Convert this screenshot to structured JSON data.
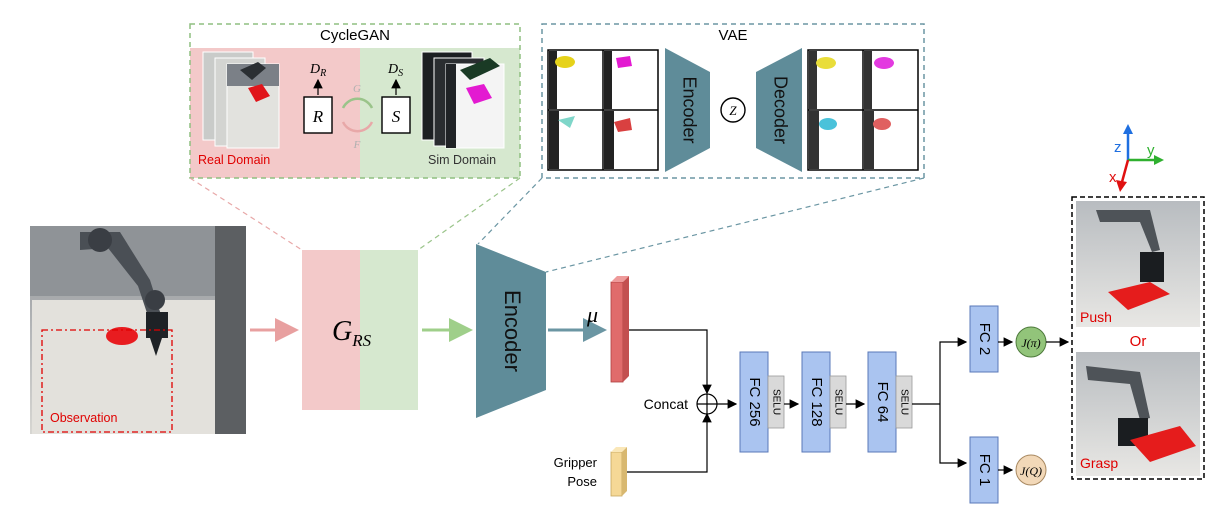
{
  "cyclegan": {
    "title": "CycleGAN",
    "real_domain": "Real Domain",
    "sim_domain": "Sim Domain",
    "d_r": "D",
    "d_r_sub": "R",
    "d_s": "D",
    "d_s_sub": "S",
    "box_r": "R",
    "box_s": "S",
    "g": "G",
    "f": "F"
  },
  "vae": {
    "title": "VAE",
    "encoder": "Encoder",
    "decoder": "Decoder",
    "z": "Z"
  },
  "main": {
    "observation": "Observation",
    "g_rs": "G",
    "g_rs_sub": "RS",
    "encoder": "Encoder",
    "mu": "μ",
    "concat": "Concat",
    "gripper_pose": [
      "Gripper",
      "Pose"
    ],
    "fc256": "FC 256",
    "fc128": "FC 128",
    "fc64": "FC 64",
    "selu": "SELU",
    "fc2": "FC 2",
    "fc1": "FC 1",
    "j_pi": "J(π)",
    "j_q": "J(Q)"
  },
  "output": {
    "push": "Push",
    "or": "Or",
    "grasp": "Grasp"
  },
  "axes": {
    "z": "z",
    "y": "y",
    "x": "x"
  },
  "colors": {
    "real_pink": "#f3c9c9",
    "sim_green": "#d6e8cf",
    "encoder_teal": "#5f8c99",
    "fc_blue": "#aac4f0",
    "selu_gray": "#d9d9d9",
    "red_label": "#e00000"
  }
}
